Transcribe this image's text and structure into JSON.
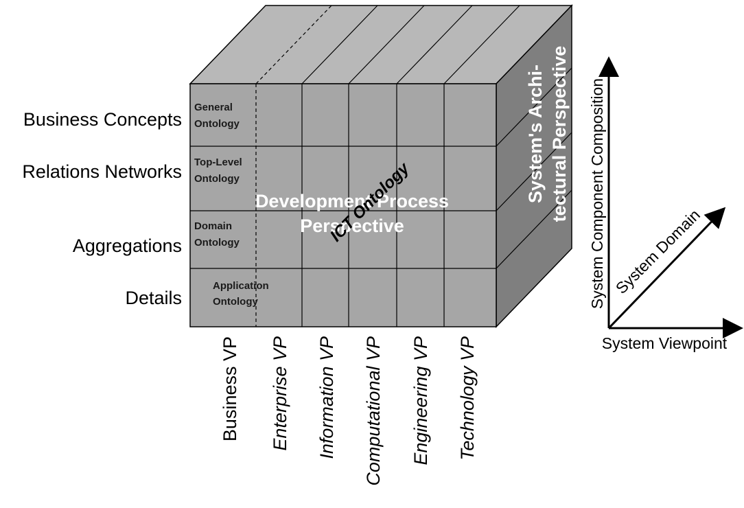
{
  "colors": {
    "front_face": "#a6a6a6",
    "top_face": "#b8b8b8",
    "side_face": "#7f7f7f",
    "grid_line": "#000000"
  },
  "row_labels": [
    "Business Concepts",
    "Relations Networks",
    "Aggregations",
    "Details"
  ],
  "ontology_labels": [
    {
      "line1": "General",
      "line2": "Ontology"
    },
    {
      "line1": "Top-Level",
      "line2": "Ontology"
    },
    {
      "line1": "Domain",
      "line2": "Ontology"
    },
    {
      "line1": "Application",
      "line2": "Ontology"
    }
  ],
  "viewpoints": [
    {
      "label": "Business VP",
      "italic": false
    },
    {
      "label": "Enterprise VP",
      "italic": true
    },
    {
      "label": "Information VP",
      "italic": true
    },
    {
      "label": "Computational VP",
      "italic": true
    },
    {
      "label": "Engineering VP",
      "italic": true
    },
    {
      "label": "Technology VP",
      "italic": true
    }
  ],
  "front_perspective": {
    "line1": "Development Process",
    "line2": "Perspective"
  },
  "ict_label": "ICT Ontology",
  "side_perspective": {
    "line1": "System's Archi-",
    "line2": "tectural Perspective"
  },
  "axes": {
    "vertical": "System Component  Composition",
    "diagonal": "System Domain",
    "horizontal": "System Viewpoint"
  }
}
